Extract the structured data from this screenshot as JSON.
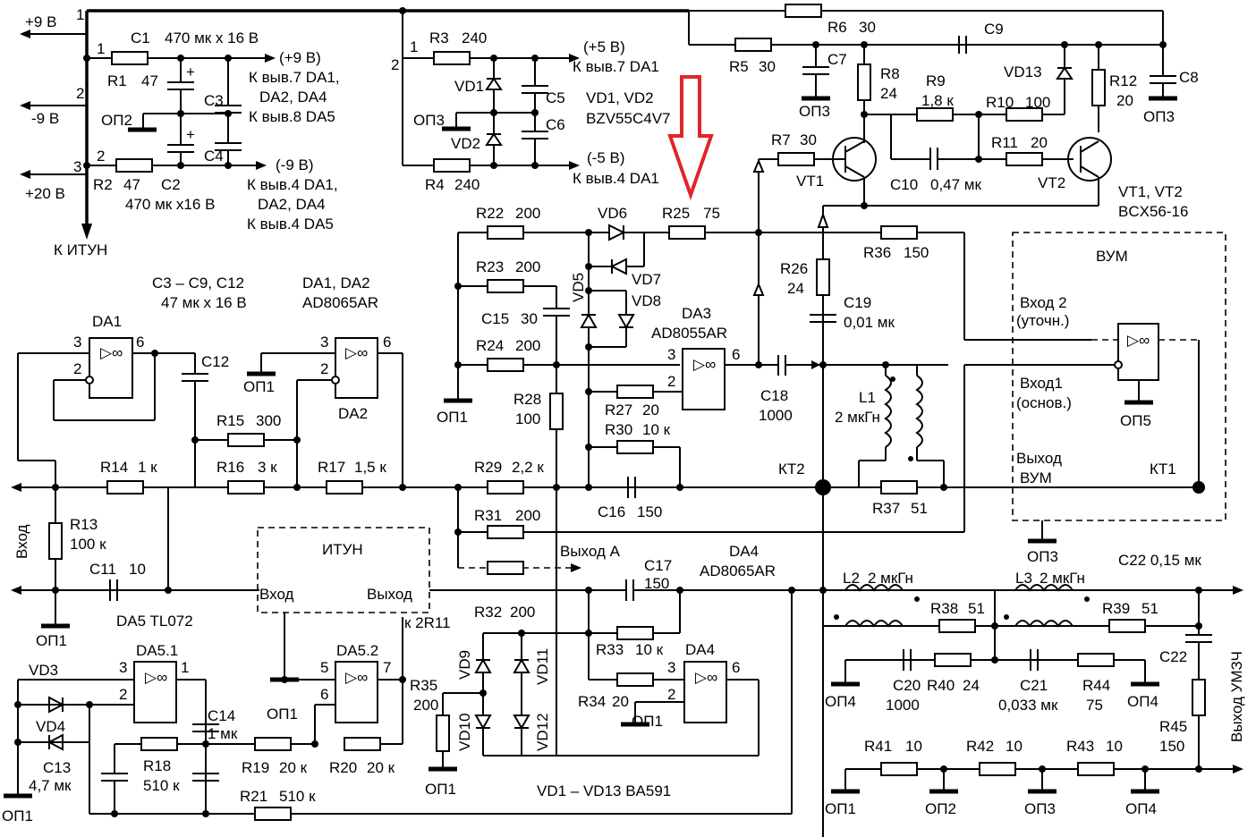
{
  "labels": {
    "p9v": "+9 В",
    "m9v": "-9 В",
    "p20v": "+20 В",
    "k_itun": "К ИТУН",
    "c1": "C1",
    "c1v": "470 мк х 16 В",
    "r1": "R1",
    "r1v": "47",
    "p9": "(+9 В)",
    "k7a": "К выв.7 DA1,",
    "k7b": "DA2, DA4",
    "k8": "К выв.8 DA5",
    "c3": "C3",
    "c4": "C4",
    "op2": "ОП2",
    "r2": "R2",
    "r2v": "47",
    "c2": "C2",
    "c2v": "470 мк х16 В",
    "m9": "(-9 В)",
    "k4a": "К выв.4 DA1,",
    "k4b": "DA2, DA4",
    "k4c": "К выв.4 DA5",
    "r3": "R3",
    "r3v": "240",
    "p5": "(+5 В)",
    "k7da1": "К выв.7 DA1",
    "vd1": "VD1",
    "vd2": "VD2",
    "c5": "C5",
    "c6": "C6",
    "op3a": "ОП3",
    "vd12": "VD1, VD2",
    "bzv": "BZV55C4V7",
    "r4": "R4",
    "r4v": "240",
    "m5": "(-5 В)",
    "k4da1": "К выв.4 DA1",
    "r6": "R6",
    "r6v": "30",
    "c9": "C9",
    "r5": "R5",
    "r5v": "30",
    "c7": "C7",
    "op3b": "ОП3",
    "r8": "R8",
    "r8v": "24",
    "r9": "R9",
    "r9v": "1,8 к",
    "vd13": "VD13",
    "r10": "R10",
    "r10v": "100",
    "r12": "R12",
    "r12v": "20",
    "c8": "C8",
    "op3c": "ОП3",
    "r7": "R7",
    "r7v": "30",
    "r11": "R11",
    "r11v": "20",
    "vt1": "VT1",
    "vt2": "VT2",
    "c10": "C10",
    "c10v": "0,47 мк",
    "vtinfo": "VT1, VT2",
    "bcx": "BCX56-16",
    "r22": "R22",
    "r22v": "200",
    "vd6": "VD6",
    "r25": "R25",
    "r25v": "75",
    "r23": "R23",
    "r23v": "200",
    "vd7": "VD7",
    "vd5": "VD5",
    "vd8": "VD8",
    "r26": "R26",
    "r26v": "24",
    "r36": "R36",
    "r36v": "150",
    "c15": "C15",
    "c15v": "30",
    "da3": "DA3",
    "da3t": "AD8055AR",
    "c19": "C19",
    "c19v": "0,01 мк",
    "vum": "ВУМ",
    "vh2": "Вход 2",
    "vh2b": "(уточн.)",
    "vh1": "Вход1",
    "vh1b": "(основ.)",
    "r24": "R24",
    "r24v": "200",
    "c18": "C18",
    "c18v": "1000",
    "l1": "L1",
    "l1v": "2 мкГн",
    "op1a": "ОП1",
    "r27": "R27",
    "r27v": "20",
    "r28": "R28",
    "r28v": "100",
    "r30": "R30",
    "r30v": "10 к",
    "op5": "ОП5",
    "vyh_vum": "Выход",
    "vyh_vum2": "ВУМ",
    "c3c9": "C3 – C9, C12",
    "c3c9v": "47 мк х 16 В",
    "da12": "DA1, DA2",
    "da12t": "AD8065AR",
    "da1": "DA1",
    "da2": "DA2",
    "c12": "C12",
    "op1b": "ОП1",
    "r15": "R15",
    "r15v": "300",
    "r16": "R16",
    "r16v": "3 к",
    "r17": "R17",
    "r17v": "1,5 к",
    "r14": "R14",
    "r14v": "1 к",
    "r29": "R29",
    "r29v": "2,2 к",
    "kt2": "КТ2",
    "kt1": "КТ1",
    "c16": "C16",
    "c16v": "150",
    "r37": "R37",
    "r37v": "51",
    "vhod": "Вход",
    "r13": "R13",
    "r13v": "100 к",
    "r31": "R31",
    "r31v": "200",
    "vyhA": "Выход А",
    "da4": "DA4",
    "da4t": "AD8065AR",
    "op3d": "ОП3",
    "c22h": "C22  0,15 мк",
    "itun": "ИТУН",
    "itun_in": "Вход",
    "itun_out": "Выход",
    "c11": "C11",
    "c11v": "10",
    "r32": "R32",
    "r32v": "200",
    "c17": "C17",
    "c17v": "150",
    "l2": "L2",
    "l2v": "2 мкГн",
    "l3": "L3",
    "l3v": "2 мкГн",
    "op1c": "ОП1",
    "da5": "DA5  TL072",
    "k2r11": "к 2R11",
    "r38": "R38",
    "r38v": "51",
    "r39": "R39",
    "r39v": "51",
    "vd3": "VD3",
    "da51": "DA5.1",
    "da52": "DA5.2",
    "vd9": "VD9",
    "vd11": "VD11",
    "r33": "R33",
    "r33v": "10 к",
    "da4b": "DA4",
    "c22": "C22",
    "r35": "R35",
    "r35v": "200",
    "r34": "R34",
    "r34v": "20",
    "op1d": "ОП1",
    "c20": "C20",
    "c20v": "1000",
    "r40": "R40",
    "r40v": "24",
    "c21": "C21",
    "c21v": "0,033 мк",
    "r44": "R44",
    "r44v": "75",
    "op4a": "ОП4",
    "op4b": "ОП4",
    "vd4": "VD4",
    "c14": "C14",
    "c14v": "1 мк",
    "vd10": "VD10",
    "vd12b": "VD12",
    "r45": "R45",
    "r45v": "150",
    "vyhod_umzch": "Выход УМЗЧ",
    "c13": "C13",
    "c13v": "4,7 мк",
    "r18": "R18",
    "r18v": "510 к",
    "r19": "R19",
    "r19v": "20 к",
    "r20": "R20",
    "r20v": "20 к",
    "r41": "R41",
    "r41v": "10",
    "r42": "R42",
    "r42v": "10",
    "r43": "R43",
    "r43v": "10",
    "op1e": "ОП1",
    "op1f": "ОП1",
    "op1g": "ОП1",
    "op1h": "ОП1",
    "op2b": "ОП2",
    "op3e": "ОП3",
    "op4c": "ОП4",
    "r21": "R21",
    "r21v": "510 к",
    "vdall": "VD1 – VD13  BA591",
    "n1a": "1",
    "n2a": "2",
    "n3a": "3",
    "n1b": "1",
    "n2b": "2",
    "n1c": "1",
    "n2c": "2",
    "pin3a": "3",
    "pin2a": "2",
    "pin6a": "6",
    "pin3b": "3",
    "pin2b": "2",
    "pin6b": "6",
    "pin3c": "3",
    "pin2c": "2",
    "pin6c": "6",
    "pin3d": "3",
    "pin2d": "2",
    "pin6d": "6",
    "pin3e": "3",
    "pin2e": "2",
    "pin1e": "1",
    "pin5f": "5",
    "pin6f": "6",
    "pin7f": "7",
    "plus1": "+",
    "plus2": "+"
  },
  "colors": {
    "ink": "#000000",
    "highlight_arrow": "#e0252b"
  }
}
